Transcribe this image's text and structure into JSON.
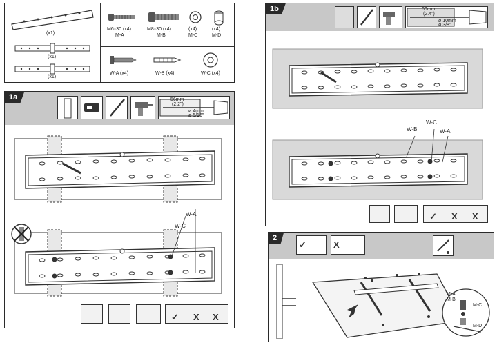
{
  "parts_panel": {
    "bracket_qty": [
      "(x1)",
      "(x1)",
      "(x1)"
    ],
    "screw_m6": {
      "size": "M6x30 (x4)",
      "code": "M-A"
    },
    "screw_m8": {
      "size": "M8x30 (x4)",
      "code": "M-B"
    },
    "washer_mc": {
      "qty": "(x4)",
      "code": "M-C"
    },
    "spacer_md": {
      "qty": "(x4)",
      "code": "M-D"
    },
    "lag_wa": "W-A (x4)",
    "anchor_wb": "W-B (x4)",
    "washer_wc": "W-C (x4)"
  },
  "step_1a": {
    "step": "1a",
    "drill_dims": [
      "56mm",
      "(2.2\")",
      "ø 4mm",
      "ø 5/16\""
    ],
    "callouts": {
      "wc": "W-C",
      "wa": "W-A"
    },
    "verify": [
      "✓",
      "X",
      "X"
    ]
  },
  "step_1b": {
    "step": "1b",
    "drill_dims": [
      "60mm",
      "(2.4\")",
      "ø 10mm",
      "ø 3/8\""
    ],
    "callouts": {
      "wb": "W-B",
      "wc": "W-C",
      "wa": "W-A"
    },
    "verify": [
      "✓",
      "X",
      "X"
    ]
  },
  "step_2": {
    "step": "2",
    "callouts": {
      "ma_mb": "M-A\nM-B",
      "mc": "M-C",
      "md": "M-D"
    },
    "marks": [
      "✓",
      "X"
    ]
  }
}
